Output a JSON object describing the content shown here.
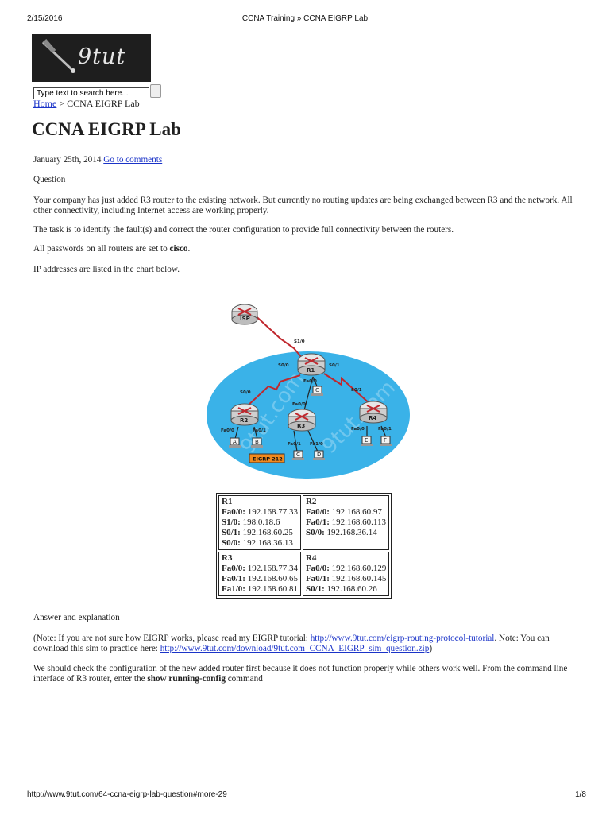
{
  "print_header": {
    "date": "2/15/2016",
    "title": "CCNA Training » CCNA EIGRP Lab"
  },
  "logo": {
    "text": "9tut"
  },
  "search": {
    "placeholder": "Type text to search here..."
  },
  "breadcrumb": {
    "home": "Home",
    "separator": ">",
    "current": "CCNA EIGRP Lab"
  },
  "page_title": "CCNA EIGRP Lab",
  "meta": {
    "date": "January 25th, 2014",
    "comments_link": "Go to comments"
  },
  "content": {
    "question_label": "Question",
    "para1": "Your company has just added R3 router to the existing network. But currently no routing updates are being exchanged between R3 and the network. All other connectivity, including Internet access are working properly.",
    "para2": "The task is to identify the fault(s) and correct the router configuration to provide full connectivity between the routers.",
    "para3_prefix": "All passwords on all routers are set to ",
    "para3_bold": "cisco",
    "para3_suffix": ".",
    "para4": "IP addresses are listed in the chart below.",
    "answer_label": "Answer and explanation",
    "note_prefix": "(Note: If you are not sure how EIGRP works, please read my EIGRP tutorial: ",
    "note_link1": "http://www.9tut.com/eigrp-routing-protocol-tutorial",
    "note_middle": ". Note: You can download this sim to practice here: ",
    "note_link2": "http://www.9tut.com/download/9tut.com_CCNA_EIGRP_sim_question.zip",
    "note_suffix": ")",
    "para5_prefix": "We should check the configuration of the new added router first because it does not function properly while others work well. From the command line interface of R3 router, enter the ",
    "para5_bold": "show running-config",
    "para5_suffix": " command"
  },
  "diagram": {
    "routers": [
      "ISP",
      "R1",
      "R2",
      "R3",
      "R4"
    ],
    "interfaces": {
      "isp_r1": "S1/0",
      "r1_s00": "S0/0",
      "r1_s01": "S0/1",
      "r1_fa00": "Fa0/0",
      "r2_s00": "S0/0",
      "r2_fa00": "Fa0/0",
      "r2_fa01": "Fa0/1",
      "r3_fa00": "Fa0/0",
      "r3_fa01": "Fa0/1",
      "r3_fa10": "Fa1/0",
      "r4_s01": "S0/1",
      "r4_fa00": "Fa0/0",
      "r4_fa01": "Fa0/1"
    },
    "hosts": [
      "G",
      "A",
      "B",
      "C",
      "D",
      "E",
      "F"
    ],
    "eigrp_label": "EIGRP 212",
    "watermark": "9tut.com"
  },
  "ip_table": {
    "cells": [
      {
        "router": "R1",
        "rows": [
          {
            "iface": "Fa0/0:",
            "ip": "192.168.77.33"
          },
          {
            "iface": "S1/0:",
            "ip": "198.0.18.6"
          },
          {
            "iface": "S0/1:",
            "ip": "192.168.60.25"
          },
          {
            "iface": "S0/0:",
            "ip": "192.168.36.13"
          }
        ]
      },
      {
        "router": "R2",
        "rows": [
          {
            "iface": "Fa0/0:",
            "ip": "192.168.60.97"
          },
          {
            "iface": "Fa0/1:",
            "ip": "192.168.60.113"
          },
          {
            "iface": "S0/0:",
            "ip": "192.168.36.14"
          }
        ]
      },
      {
        "router": "R3",
        "rows": [
          {
            "iface": "Fa0/0:",
            "ip": "192.168.77.34"
          },
          {
            "iface": "Fa0/1:",
            "ip": "192.168.60.65"
          },
          {
            "iface": "Fa1/0:",
            "ip": "192.168.60.81"
          }
        ]
      },
      {
        "router": "R4",
        "rows": [
          {
            "iface": "Fa0/0:",
            "ip": "192.168.60.129"
          },
          {
            "iface": "Fa0/1:",
            "ip": "192.168.60.145"
          },
          {
            "iface": "S0/1:",
            "ip": "192.168.60.26"
          }
        ]
      }
    ]
  },
  "print_footer": {
    "url": "http://www.9tut.com/64-ccna-eigrp-lab-question#more-29",
    "page": "1/8"
  },
  "colors": {
    "link": "#1a33c8",
    "cloud": "#3ab2e8",
    "serial_link": "#c0272d",
    "eigrp_label_bg": "#f28a1e"
  }
}
